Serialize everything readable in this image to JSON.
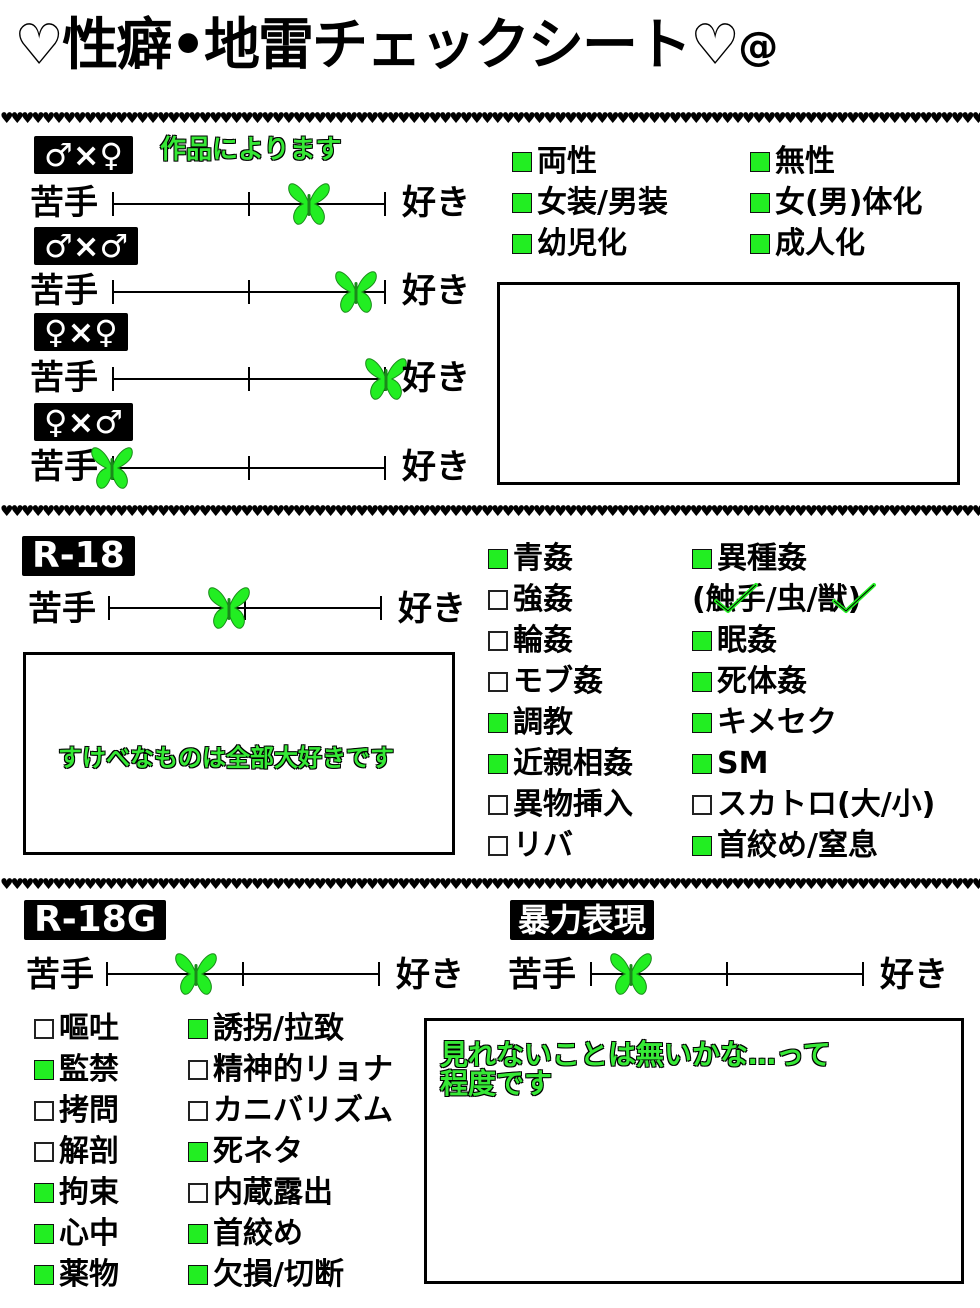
{
  "title": {
    "text": "♡性癖•地雷チェックシート♡",
    "at": "@"
  },
  "colors": {
    "check_green": "#22ee22",
    "note_green": "#36e836",
    "butterfly_green": "#22ee22",
    "ink": "#000000"
  },
  "divider_pattern": "♥",
  "sliders": {
    "left": "苦手",
    "right": "好き"
  },
  "section1": {
    "tags": [
      "♂×♀",
      "♂×♂",
      "♀×♀",
      "♀×♂"
    ],
    "note": "作品によります",
    "levels": [
      0.72,
      0.89,
      1.0,
      0.0
    ],
    "checks": [
      {
        "label": "両性",
        "checked": true
      },
      {
        "label": "無性",
        "checked": true
      },
      {
        "label": "女装/男装",
        "checked": true
      },
      {
        "label": "女(男)体化",
        "checked": true
      },
      {
        "label": "幼児化",
        "checked": true
      },
      {
        "label": "成人化",
        "checked": true
      }
    ]
  },
  "section2": {
    "tag": "R-18",
    "level": 0.44,
    "note": "すけべなものは全部大好きです",
    "checks_left": [
      {
        "label": "青姦",
        "checked": true
      },
      {
        "label": "強姦",
        "checked": false
      },
      {
        "label": "輪姦",
        "checked": false
      },
      {
        "label": "モブ姦",
        "checked": false
      },
      {
        "label": "調教",
        "checked": true
      },
      {
        "label": "近親相姦",
        "checked": true
      },
      {
        "label": "異物挿入",
        "checked": false
      },
      {
        "label": "リバ",
        "checked": false
      }
    ],
    "checks_right": [
      {
        "label": "異種姦",
        "checked": true
      },
      {
        "label": "(触手/虫/獣)",
        "checked": null
      },
      {
        "label": "眠姦",
        "checked": true
      },
      {
        "label": "死体姦",
        "checked": true
      },
      {
        "label": "キメセク",
        "checked": true
      },
      {
        "label": "SM",
        "checked": true
      },
      {
        "label": "スカトロ(大/小)",
        "checked": false
      },
      {
        "label": "首絞め/窒息",
        "checked": true
      }
    ]
  },
  "section3": {
    "tag": "R-18G",
    "level": 0.33,
    "checks_left": [
      {
        "label": "嘔吐",
        "checked": false
      },
      {
        "label": "監禁",
        "checked": true
      },
      {
        "label": "拷問",
        "checked": false
      },
      {
        "label": "解剖",
        "checked": false
      },
      {
        "label": "拘束",
        "checked": true
      },
      {
        "label": "心中",
        "checked": true
      },
      {
        "label": "薬物",
        "checked": true
      }
    ],
    "checks_right": [
      {
        "label": "誘拐/拉致",
        "checked": true
      },
      {
        "label": "精神的リョナ",
        "checked": false
      },
      {
        "label": "カニバリズム",
        "checked": false
      },
      {
        "label": "死ネタ",
        "checked": true
      },
      {
        "label": "内蔵露出",
        "checked": false
      },
      {
        "label": "首絞め",
        "checked": true
      },
      {
        "label": "欠損/切断",
        "checked": true
      }
    ]
  },
  "section4": {
    "tag": "暴力表現",
    "level": 0.15,
    "note_lines": [
      "見れないことは無いかな…って",
      "程度です"
    ]
  }
}
